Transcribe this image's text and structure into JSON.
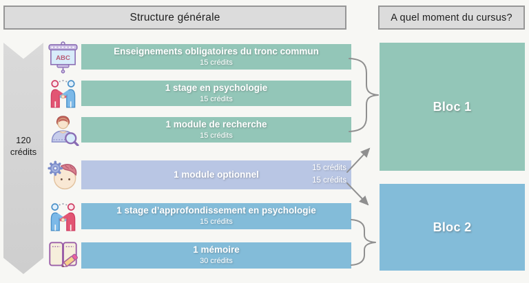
{
  "headers": {
    "left": "Structure générale",
    "right": "A quel moment du cursus?"
  },
  "ribbon": {
    "line1": "120",
    "line2": "crédits"
  },
  "rows": [
    {
      "icon": "presentation-board-icon",
      "icon_text": "ABC",
      "title": "Enseignements obligatoires du tronc commun",
      "credits": "15 crédits",
      "color": "#93c6b8"
    },
    {
      "icon": "handshake-icon",
      "title": "1 stage en psychologie",
      "credits": "15 crédits",
      "color": "#93c6b8"
    },
    {
      "icon": "person-search-icon",
      "title": "1 module de recherche",
      "credits": "15 crédits",
      "color": "#93c6b8"
    },
    {
      "icon": "head-gear-icon",
      "title": "1 module optionnel",
      "credits_lines": [
        "15 crédits",
        "15 crédits"
      ],
      "color": "#b9c6e4"
    },
    {
      "icon": "handshake-icon",
      "title": "1 stage d’approfondissement en psychologie",
      "credits": "15 crédits",
      "color": "#83bcd9"
    },
    {
      "icon": "notebook-pencil-icon",
      "title": "1 mémoire",
      "credits": "30 crédits",
      "color": "#83bcd9"
    }
  ],
  "blocks": [
    {
      "label": "Bloc 1",
      "color": "#93c6b8"
    },
    {
      "label": "Bloc 2",
      "color": "#83bcd9"
    }
  ],
  "colors": {
    "page_bg": "#f7f7f4",
    "green": "#93c6b8",
    "blue": "#83bcd9",
    "lavender": "#b9c6e4",
    "header_fill": "#dcdcdc",
    "header_border": "#969696",
    "connector_gray": "#8f8f8f"
  }
}
